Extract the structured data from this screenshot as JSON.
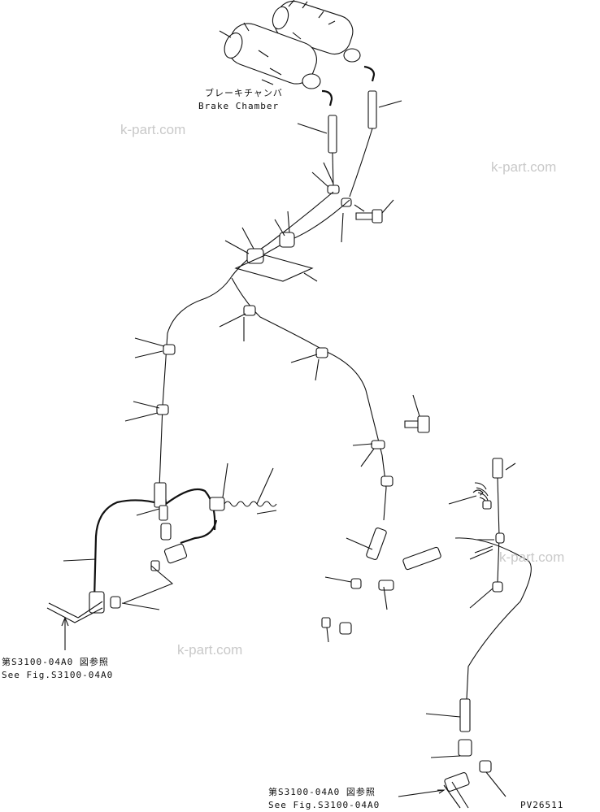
{
  "labels": {
    "brake_chamber_jp": "ブレーキチャンバ",
    "brake_chamber_en": "Brake Chamber",
    "ref_left_jp": "第S3100-04A0 図参照",
    "ref_left_en": "See Fig.S3100-04A0",
    "ref_right_jp": "第S3100-04A0 図参照",
    "ref_right_en": "See Fig.S3100-04A0",
    "figure_code": "PV26511"
  },
  "watermarks": [
    "k-part.com",
    "k-part.com",
    "k-part.com",
    "k-part.com"
  ]
}
